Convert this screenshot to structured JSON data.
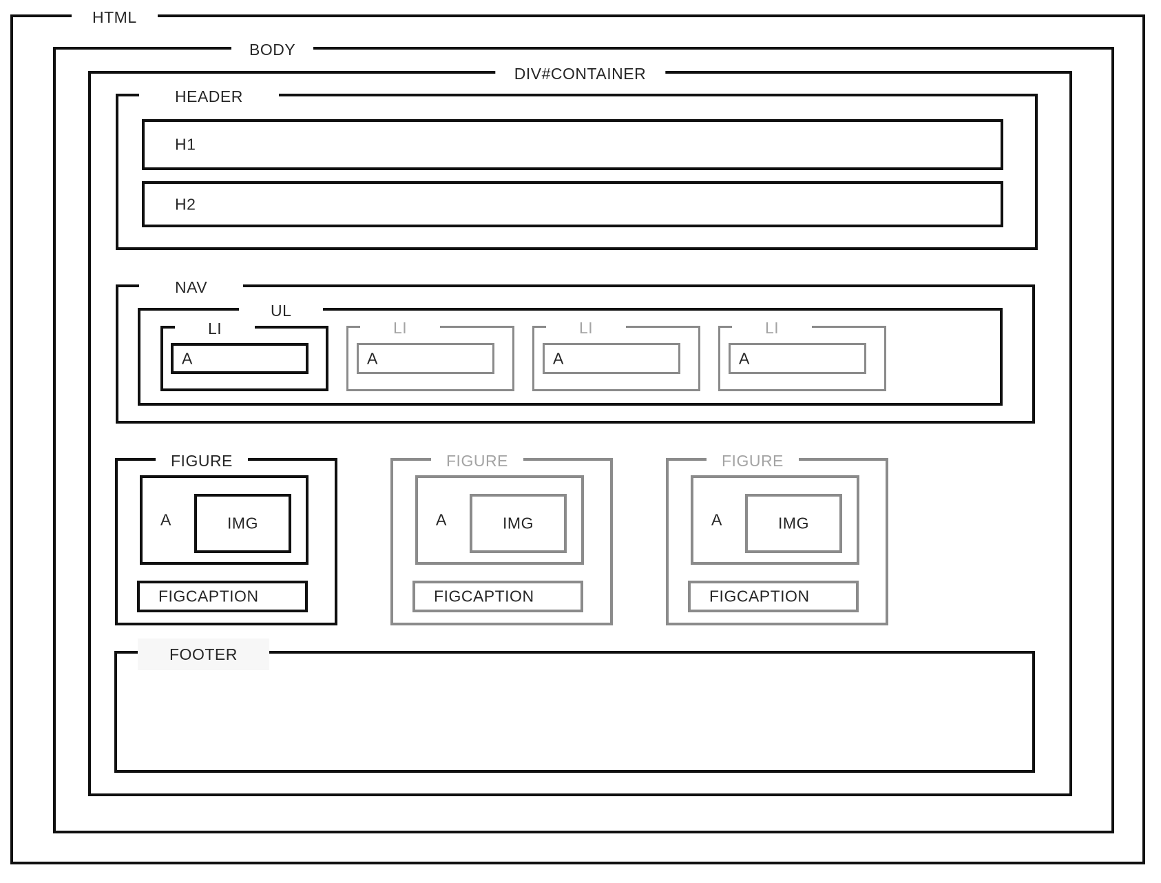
{
  "diagram": {
    "type": "html-document-structure",
    "colors": {
      "active_stroke": "#101010",
      "active_text": "#262626",
      "muted_stroke": "#8b8b8b",
      "muted_text": "#a4a4a4",
      "background": "#ffffff"
    },
    "html": {
      "label": "HTML"
    },
    "body": {
      "label": "BODY"
    },
    "container": {
      "label": "DIV#CONTAINER"
    },
    "header": {
      "label": "HEADER",
      "h1": {
        "label": "H1"
      },
      "h2": {
        "label": "H2"
      }
    },
    "nav": {
      "label": "NAV",
      "ul": {
        "label": "UL",
        "items": [
          {
            "label": "LI",
            "state": "active",
            "link": {
              "label": "A"
            }
          },
          {
            "label": "LI",
            "state": "muted",
            "link": {
              "label": "A"
            }
          },
          {
            "label": "LI",
            "state": "muted",
            "link": {
              "label": "A"
            }
          },
          {
            "label": "LI",
            "state": "muted",
            "link": {
              "label": "A"
            }
          }
        ]
      }
    },
    "figures": [
      {
        "label": "FIGURE",
        "state": "active",
        "link": {
          "label": "A"
        },
        "image": {
          "label": "IMG"
        },
        "caption": {
          "label": "FIGCAPTION"
        }
      },
      {
        "label": "FIGURE",
        "state": "muted",
        "link": {
          "label": "A"
        },
        "image": {
          "label": "IMG"
        },
        "caption": {
          "label": "FIGCAPTION"
        }
      },
      {
        "label": "FIGURE",
        "state": "muted",
        "link": {
          "label": "A"
        },
        "image": {
          "label": "IMG"
        },
        "caption": {
          "label": "FIGCAPTION"
        }
      }
    ],
    "footer": {
      "label": "FOOTER"
    }
  }
}
